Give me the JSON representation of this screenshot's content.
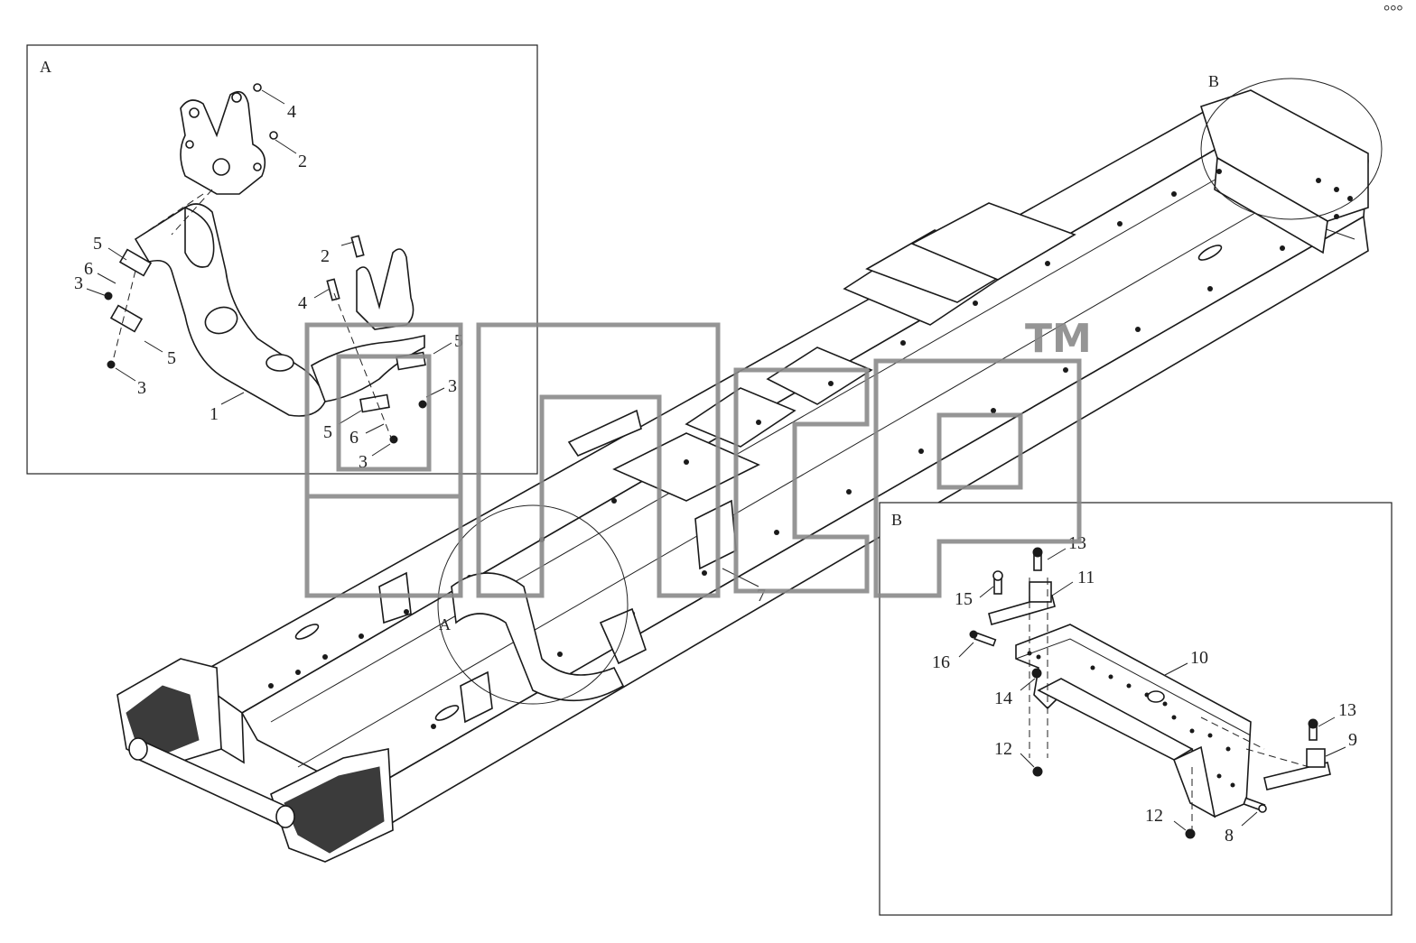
{
  "corner_mark": "°°°",
  "watermark": {
    "trademark": "TM",
    "brand": "elcats"
  },
  "main": {
    "view_labels": {
      "A": "A",
      "B": "B"
    },
    "callout_7": "7"
  },
  "detail_A": {
    "title": "A",
    "callouts": [
      "4",
      "2",
      "5",
      "6",
      "3",
      "5",
      "3",
      "1",
      "2",
      "4",
      "5",
      "3",
      "5",
      "6",
      "3"
    ]
  },
  "detail_B": {
    "title": "B",
    "callouts": [
      "13",
      "11",
      "15",
      "16",
      "10",
      "14",
      "12",
      "13",
      "9",
      "12",
      "8"
    ]
  }
}
